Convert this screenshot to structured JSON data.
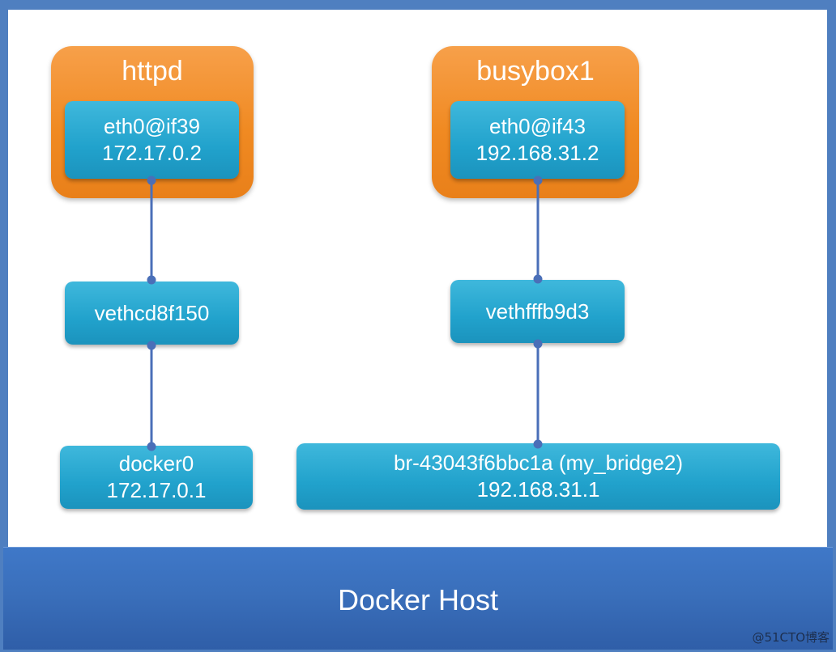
{
  "containers": [
    {
      "name": "httpd",
      "interface": "eth0@if39",
      "ip": "172.17.0.2"
    },
    {
      "name": "busybox1",
      "interface": "eth0@if43",
      "ip": "192.168.31.2"
    }
  ],
  "veths": [
    "vethcd8f150",
    "vethfffb9d3"
  ],
  "bridges": [
    {
      "name": "docker0",
      "ip": "172.17.0.1"
    },
    {
      "name": "br-43043f6bbc1a (my_bridge2)",
      "ip": "192.168.31.1"
    }
  ],
  "host": {
    "label": "Docker Host"
  },
  "watermark": "@51CTO博客",
  "colors": {
    "container": "#f08a22",
    "box": "#21a2cc",
    "host": "#3a6fbb",
    "link": "#4a6fb8"
  }
}
